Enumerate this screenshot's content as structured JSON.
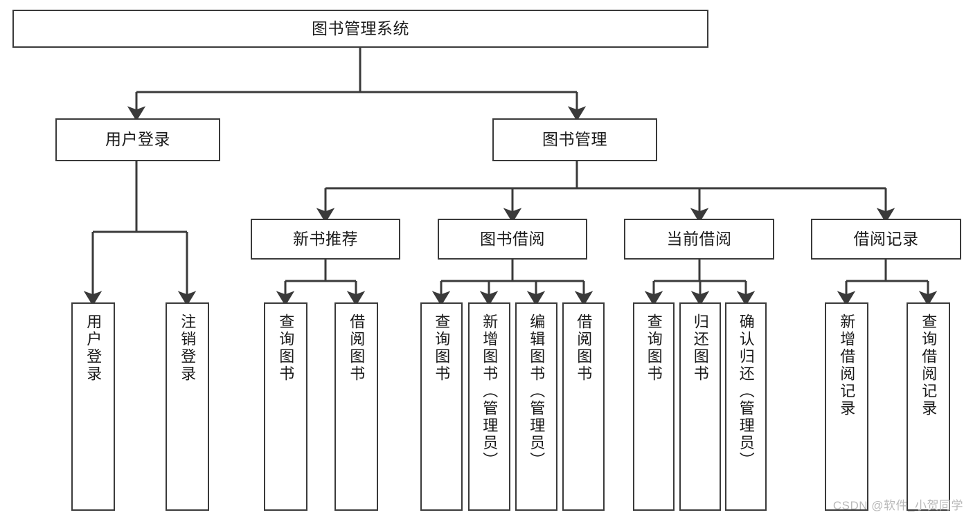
{
  "diagram": {
    "title": "图书管理系统",
    "type": "tree",
    "root": {
      "label": "图书管理系统"
    },
    "level2": [
      {
        "label": "用户登录"
      },
      {
        "label": "图书管理"
      }
    ],
    "level3": [
      {
        "label": "新书推荐"
      },
      {
        "label": "图书借阅"
      },
      {
        "label": "当前借阅"
      },
      {
        "label": "借阅记录"
      }
    ],
    "leaves": {
      "user_login": [
        {
          "label": "用户登录"
        },
        {
          "label": "注销登录"
        }
      ],
      "new_book_recommend": [
        {
          "label": "查询图书"
        },
        {
          "label": "借阅图书"
        }
      ],
      "book_borrow": [
        {
          "label": "查询图书"
        },
        {
          "label": "新增图书（管理员）"
        },
        {
          "label": "编辑图书（管理员）"
        },
        {
          "label": "借阅图书"
        }
      ],
      "current_borrow": [
        {
          "label": "查询图书"
        },
        {
          "label": "归还图书"
        },
        {
          "label": "确认归还（管理员）"
        }
      ],
      "borrow_record": [
        {
          "label": "新增借阅记录"
        },
        {
          "label": "查询借阅记录"
        }
      ]
    }
  },
  "watermark": {
    "text": "CSDN @软件_小贺同学"
  },
  "colors": {
    "border": "#3a3a3a",
    "background": "#ffffff",
    "text": "#1a1a1a",
    "watermark": "#b9b9b9"
  }
}
